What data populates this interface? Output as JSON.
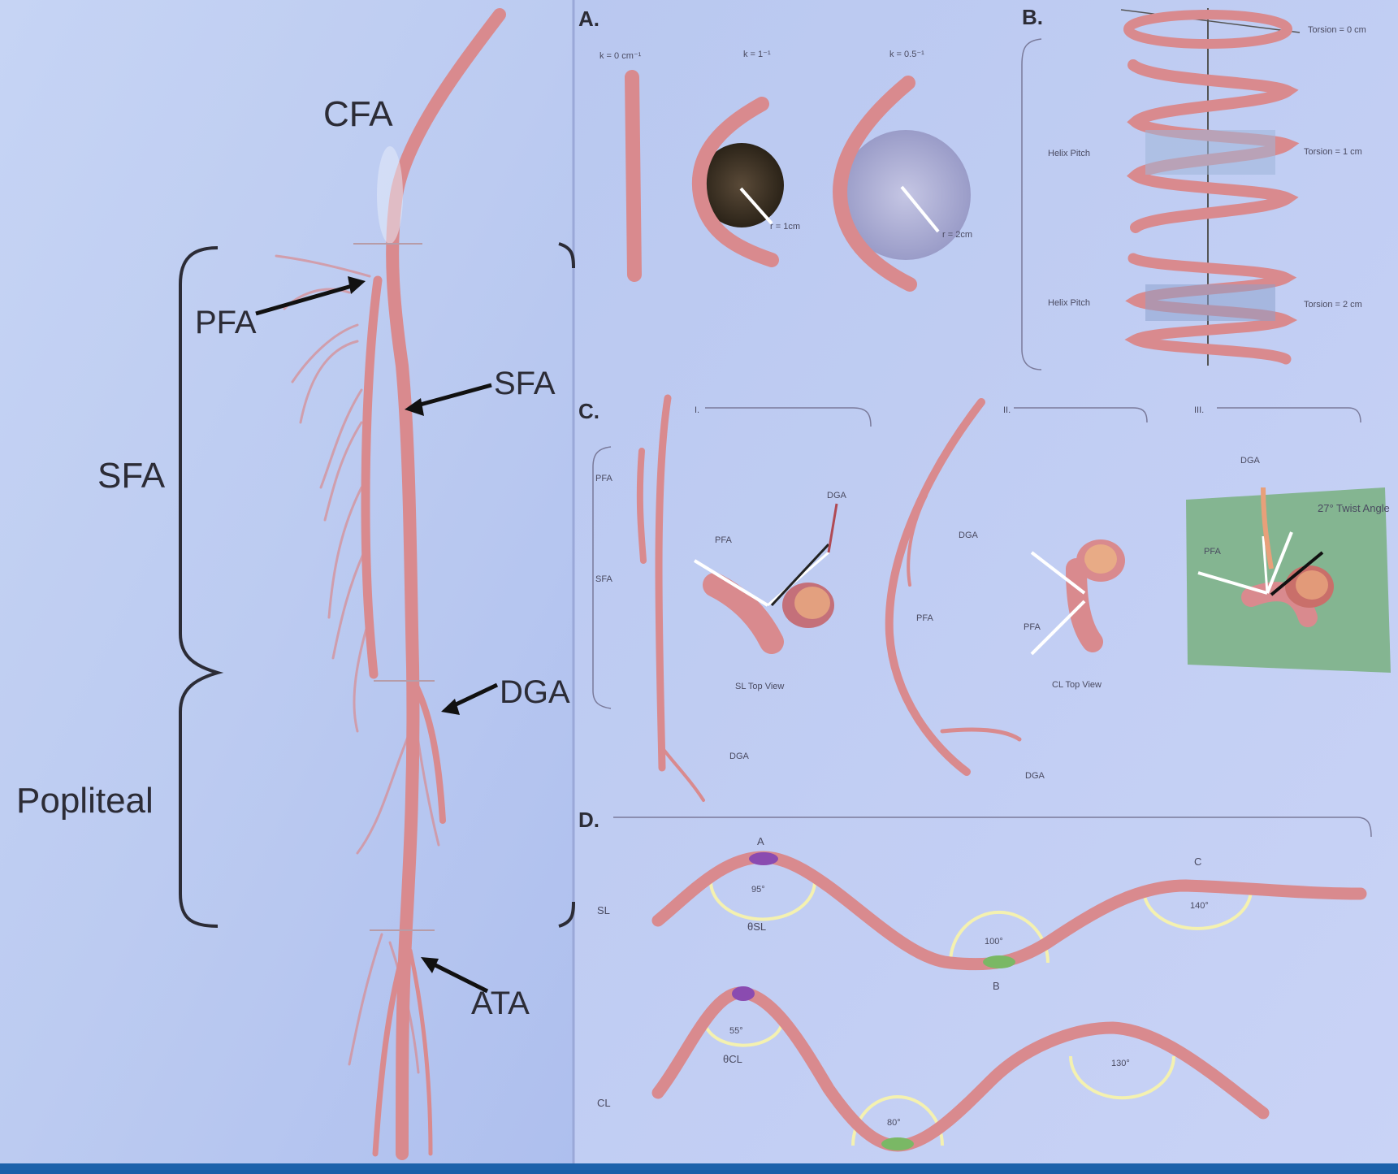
{
  "colors": {
    "background": "#b7c8ef",
    "artery": "#d98a8e",
    "label": "#2c2c36"
  },
  "left": {
    "cfa": "CFA",
    "pfa": "PFA",
    "sfa_arrow": "SFA",
    "sfa_brace": "SFA",
    "dga": "DGA",
    "popliteal": "Popliteal",
    "ata": "ATA"
  },
  "panel_a": {
    "label": "A.",
    "k0": "k = 0 cm⁻¹",
    "k1": "k = 1⁻¹",
    "k2": "k = 0.5⁻¹",
    "r1": "r = 1cm",
    "r2": "r = 2cm"
  },
  "panel_b": {
    "label": "B.",
    "t0": "Torsion = 0 cm",
    "t1": "Torsion = 1 cm",
    "t2": "Torsion = 2 cm",
    "pitch1": "Helix Pitch",
    "pitch2": "Helix Pitch"
  },
  "panel_c": {
    "label": "C.",
    "sub1": "I.",
    "sub2": "II.",
    "sub3": "III.",
    "pfa": "PFA",
    "sfa": "SFA",
    "dga": "DGA",
    "top1": "SL Top View",
    "top2": "CL Top View",
    "twist": "27° Twist Angle"
  },
  "panel_d": {
    "label": "D.",
    "sl": "SL",
    "cl": "CL",
    "pa": "A",
    "pb": "B",
    "pc": "C",
    "theta_sl": "θSL",
    "theta_cl": "θCL",
    "ang1": "95°",
    "ang2": "100°",
    "ang3": "140°",
    "ang4": "55°",
    "ang5": "80°",
    "ang6": "130°"
  }
}
